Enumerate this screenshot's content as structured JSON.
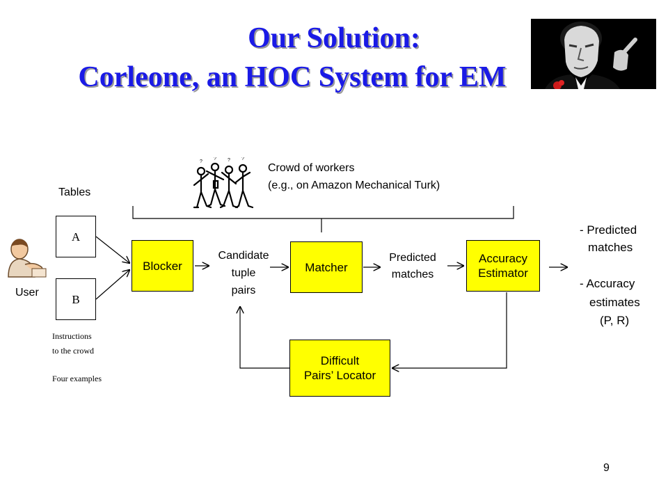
{
  "title": {
    "line1": "Our Solution:",
    "line2": "Corleone, an HOC System for EM"
  },
  "crowd": {
    "line1": "Crowd of workers",
    "line2": "(e.g., on Amazon Mechanical Turk)"
  },
  "tables_label": "Tables",
  "table_a": "A",
  "table_b": "B",
  "user_label": "User",
  "instructions": {
    "line1": "Instructions",
    "line2": "to the crowd",
    "line3": "Four examples"
  },
  "blocker": "Blocker",
  "candidate": {
    "line1": "Candidate",
    "line2": "tuple",
    "line3": "pairs"
  },
  "matcher": "Matcher",
  "predicted": {
    "line1": "Predicted",
    "line2": "matches"
  },
  "accuracy": {
    "line1": "Accuracy",
    "line2": "Estimator"
  },
  "difficult": {
    "line1": "Difficult",
    "line2": "Pairs’ Locator"
  },
  "outputs": {
    "line1": "- Predicted",
    "line2": "matches",
    "line3": "- Accuracy",
    "line4": "estimates",
    "line5": "(P, R)"
  },
  "page_number": "9",
  "colors": {
    "title": "#1a1ae6",
    "component_fill": "#ffff00"
  },
  "icons": [
    "godfather-portrait-image",
    "crowd-workers-icon",
    "user-icon"
  ]
}
